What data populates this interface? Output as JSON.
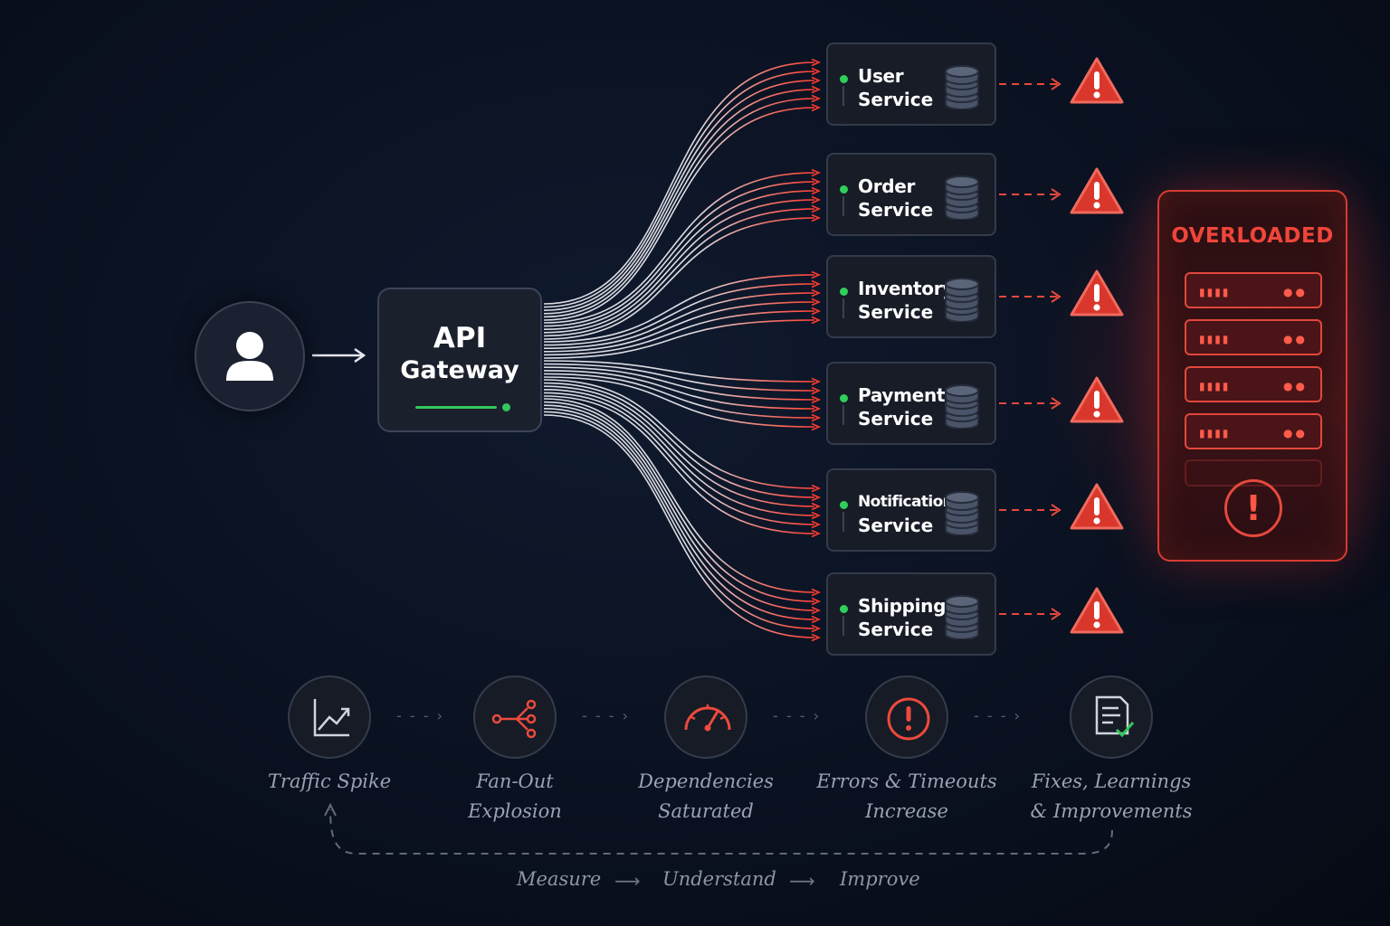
{
  "gateway": {
    "line1": "API",
    "line2": "Gateway"
  },
  "services": [
    {
      "line1": "User",
      "line2": "Service",
      "status": "ok"
    },
    {
      "line1": "Order",
      "line2": "Service",
      "status": "ok"
    },
    {
      "line1": "Inventory",
      "line2": "Service",
      "status": "ok"
    },
    {
      "line1": "Payment",
      "line2": "Service",
      "status": "ok"
    },
    {
      "line1": "Notification",
      "line2": "Service",
      "status": "ok"
    },
    {
      "line1": "Shipping",
      "line2": "Service",
      "status": "ok"
    }
  ],
  "overload": {
    "title": "OVERLOADED"
  },
  "steps": [
    {
      "line1": "Traffic Spike",
      "line2": "",
      "icon": "trend-chart-icon"
    },
    {
      "line1": "Fan-Out",
      "line2": "Explosion",
      "icon": "fan-out-icon"
    },
    {
      "line1": "Dependencies",
      "line2": "Saturated",
      "icon": "gauge-icon"
    },
    {
      "line1": "Errors & Timeouts",
      "line2": "Increase",
      "icon": "alert-circle-icon"
    },
    {
      "line1": "Fixes, Learnings",
      "line2": "& Improvements",
      "icon": "checklist-icon"
    }
  ],
  "loop": {
    "a": "Measure",
    "b": "Understand",
    "c": "Improve"
  },
  "colors": {
    "accent_red": "#e5493d",
    "ok_green": "#31c95b",
    "line_white": "#e8e8ee"
  }
}
